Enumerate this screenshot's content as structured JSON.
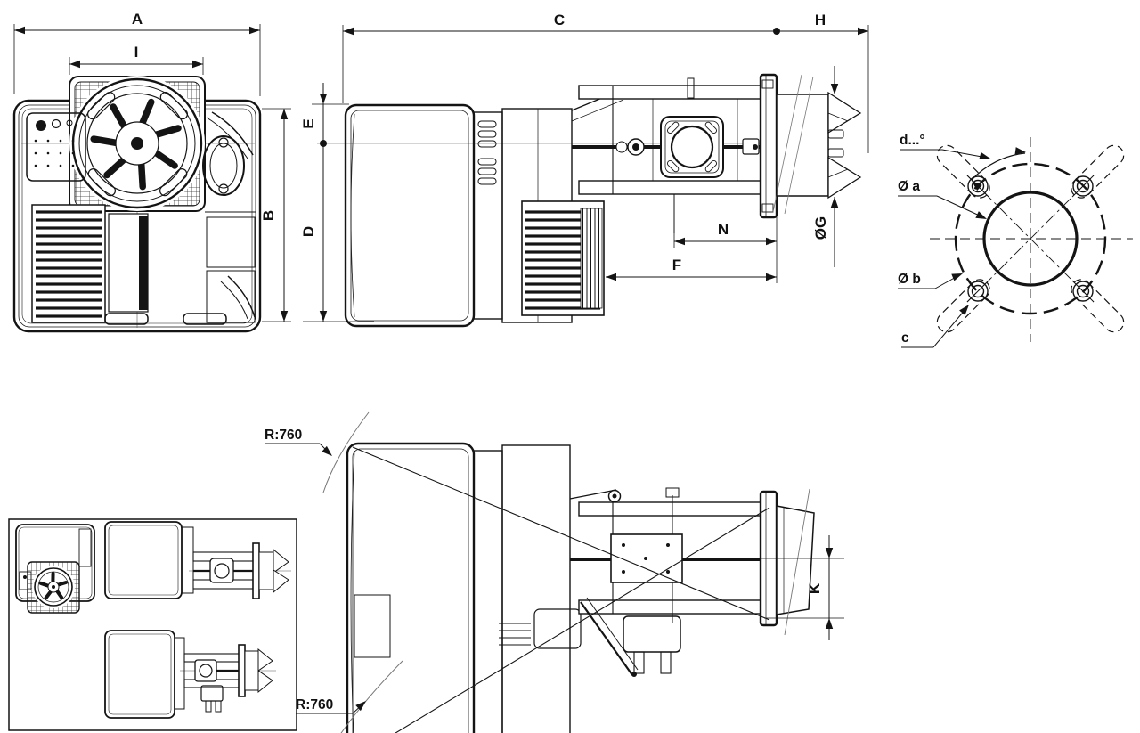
{
  "drawing": {
    "background": "#ffffff",
    "line_color": "#141414",
    "dim_labels": {
      "a": "A",
      "i": "I",
      "b": "B",
      "c": "C",
      "h": "H",
      "e": "E",
      "d": "D",
      "n": "N",
      "f": "F",
      "g": "ØG",
      "k": "K"
    },
    "flange_labels": {
      "angle": "d...°",
      "dia_a": "Ø a",
      "dia_b": "Ø b",
      "slot": "c"
    },
    "radius_labels": {
      "top": "R:760",
      "bottom": "R:760"
    }
  }
}
